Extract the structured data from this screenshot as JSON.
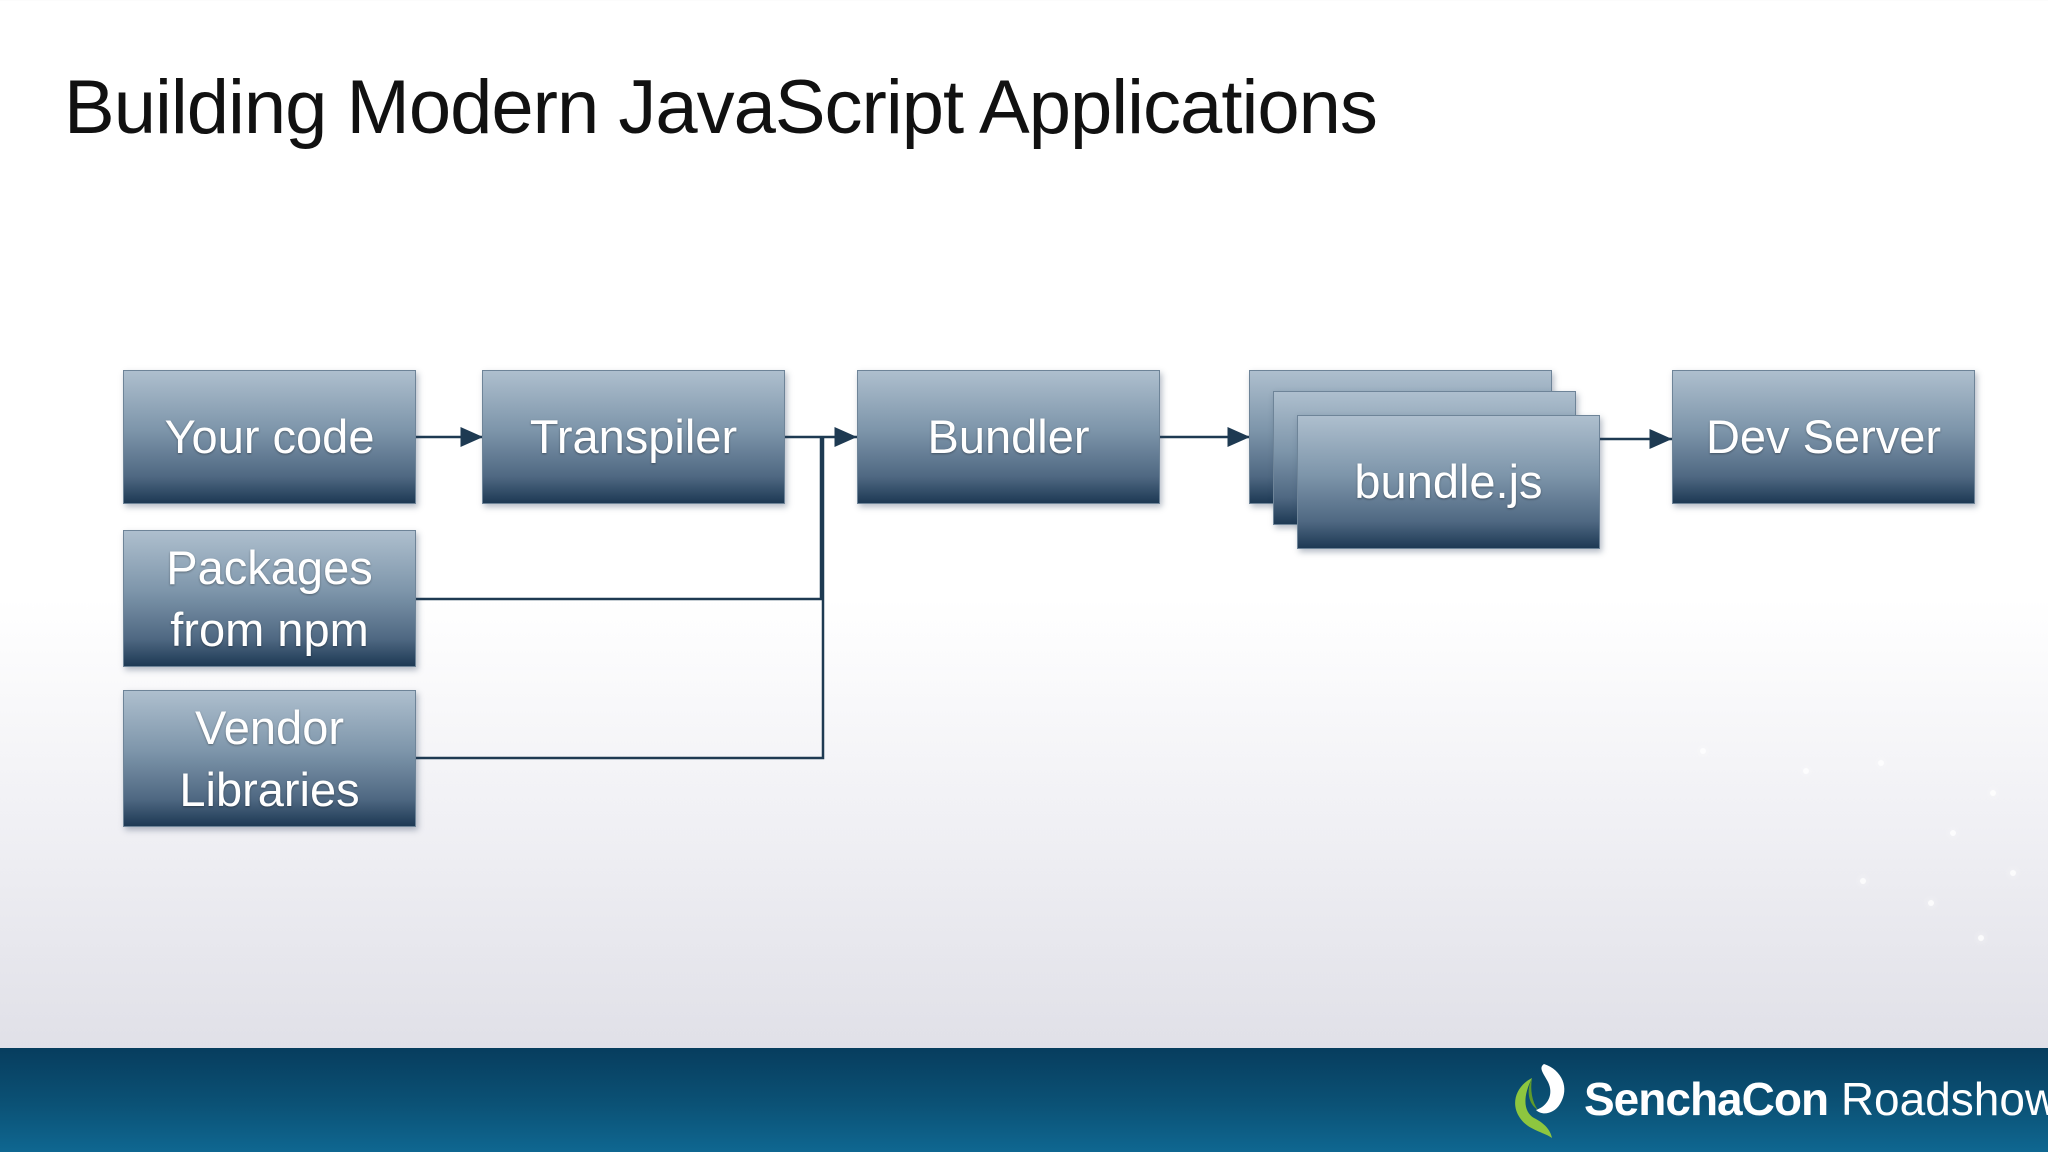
{
  "slide": {
    "title": "Building Modern JavaScript Applications"
  },
  "diagram": {
    "nodes": {
      "your_code": "Your code",
      "transpiler": "Transpiler",
      "packages": [
        "Packages",
        "from npm"
      ],
      "vendor": [
        "Vendor",
        "Libraries"
      ],
      "bundler": "Bundler",
      "bundle": "bundle.js",
      "dev_server": "Dev Server"
    },
    "colors": {
      "box_top": "#aebfce",
      "box_bottom": "#1d3954",
      "connector": "#1e3a52"
    }
  },
  "footer": {
    "brand_bold": "SenchaCon",
    "brand_light": "Roadshow",
    "logo_icon": "sencha-leaf-icon",
    "colors": {
      "band": "#0b5276",
      "logo_green": "#8dc63f"
    }
  }
}
